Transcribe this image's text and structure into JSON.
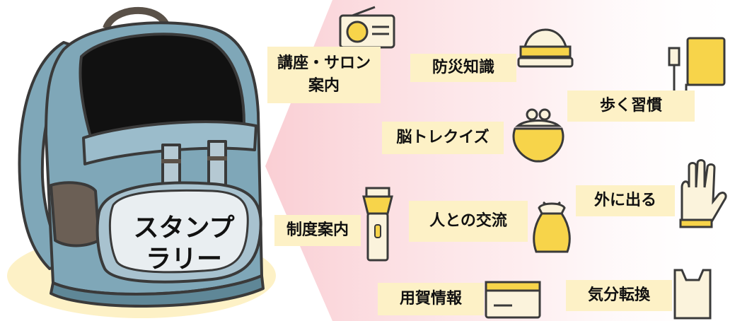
{
  "backpack": {
    "pocket_line1": "スタンプ",
    "pocket_line2": "ラリー"
  },
  "items": {
    "seminar_line1": "講座・サロン",
    "seminar_line2": "案内",
    "disaster": "防災知識",
    "walking": "歩く習慣",
    "brain": "脳トレクイズ",
    "going_out": "外に出る",
    "system": "制度案内",
    "exchange": "人との交流",
    "useful_info": "用賀情報",
    "refresh": "気分転換"
  },
  "colors": {
    "label_bg": "#fdf1c6",
    "icon_yellow": "#f7d44a",
    "icon_cream": "#fbf3dc",
    "bag_blue": "#7fa7b8",
    "fan_pink": "#fbd9dc"
  }
}
